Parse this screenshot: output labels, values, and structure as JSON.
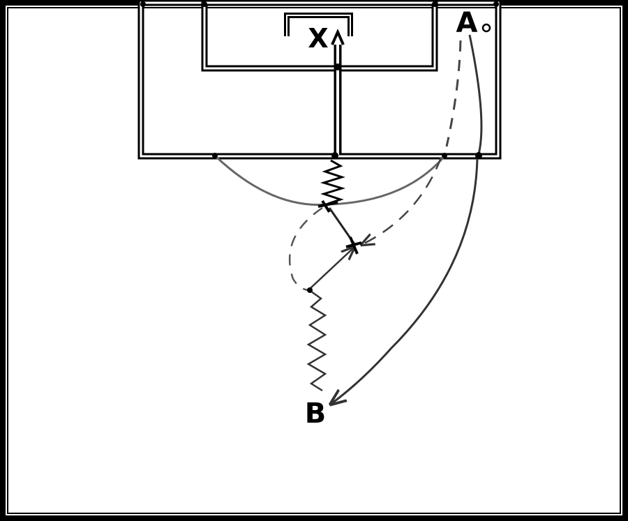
{
  "diagram": {
    "players": {
      "x": {
        "label": "X"
      },
      "a": {
        "label": "A"
      },
      "b": {
        "label": "B"
      }
    },
    "colors": {
      "outline": "#000000",
      "court_fill": "#ffffff",
      "line_white": "#ffffff",
      "pass_line": "#555555"
    }
  }
}
